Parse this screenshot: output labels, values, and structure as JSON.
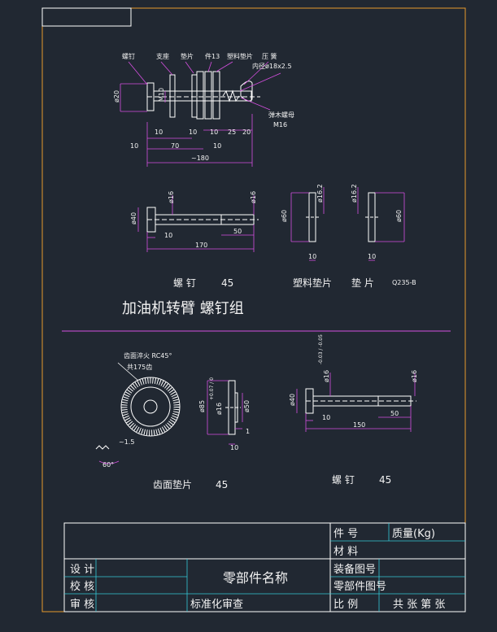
{
  "colors": {
    "background": "#212832",
    "frame": "#e89a2c",
    "outline": "#ffffff",
    "dimension": "#d54fe0",
    "table_line": "#35c7d6"
  },
  "top_assembly": {
    "callouts": [
      "螺钉",
      "支座",
      "垫片",
      "件13",
      "塑料垫片",
      "压 簧"
    ],
    "spring_spec": "内径ø18x2.5",
    "nut_label": "弹木螺母",
    "nut_size": "M16",
    "dims": {
      "d_outer": "ø20",
      "d_inner": "M10",
      "a": "10",
      "b": "10",
      "c": "10",
      "d": "25",
      "e": "20",
      "f": "10",
      "g": "70",
      "h": "10",
      "total": "~180"
    }
  },
  "bolt1": {
    "label": "螺 钉",
    "material": "45",
    "head_dia": "ø40",
    "shank_dia": "ø16",
    "end_dia": "ø16",
    "head_len": "10",
    "thread_len": "50",
    "total_len": "170"
  },
  "washer_plastic": {
    "label": "塑料垫片",
    "hole": "ø16.2",
    "outer": "ø60",
    "thickness": "10"
  },
  "washer_metal": {
    "label": "垫 片",
    "material": "Q235-B",
    "hole": "ø16.2",
    "outer": "ø60",
    "thickness": "10"
  },
  "group_title": "加油机转臂 螺钉组",
  "toothed_washer": {
    "note1": "齿面淬火 RC45°",
    "note2": "共175齿",
    "pitch": "~1.5",
    "angle": "60°",
    "outer": "ø85",
    "inner": "ø16",
    "tol": "+0.07 / 0",
    "hub": "ø50",
    "thickness": "10",
    "step": "1",
    "label": "齿面垫片",
    "material": "45"
  },
  "bolt2": {
    "label": "螺 钉",
    "material": "45",
    "head_dia": "ø40",
    "neck_dia": "ø16",
    "tol": "-0.03 / -0.05",
    "end_dia": "ø16",
    "head_len": "10",
    "thread_len": "50",
    "total_len": "150"
  },
  "title_block": {
    "part_no": "件 号",
    "mass": "质量(Kg)",
    "material": "材 料",
    "design": "设 计",
    "check": "校 核",
    "review": "审 核",
    "part_name": "零部件名称",
    "std_review": "标准化审查",
    "assembly_no": "装备图号",
    "component_no": "零部件图号",
    "scale": "比 例",
    "sheets": "共   张   第   张"
  }
}
